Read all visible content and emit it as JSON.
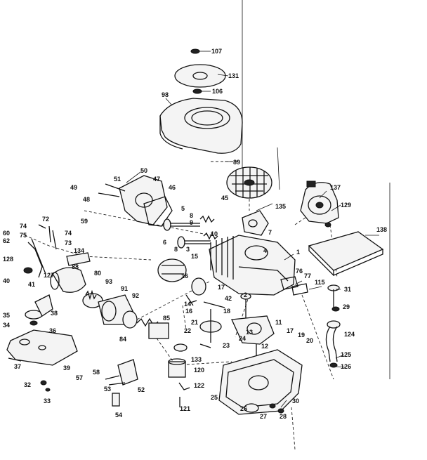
{
  "part_labels": [
    {
      "id": "p107",
      "text": "107"
    },
    {
      "id": "p131",
      "text": "131"
    },
    {
      "id": "p106",
      "text": "106"
    },
    {
      "id": "p98",
      "text": "98"
    },
    {
      "id": "p89",
      "text": "89"
    },
    {
      "id": "p50",
      "text": "50"
    },
    {
      "id": "p51",
      "text": "51"
    },
    {
      "id": "p47",
      "text": "47"
    },
    {
      "id": "p46",
      "text": "46"
    },
    {
      "id": "p49",
      "text": "49"
    },
    {
      "id": "p48",
      "text": "48"
    },
    {
      "id": "p45",
      "text": "45"
    },
    {
      "id": "p135",
      "text": "135"
    },
    {
      "id": "p137",
      "text": "137"
    },
    {
      "id": "p129",
      "text": "129"
    },
    {
      "id": "p5",
      "text": "5"
    },
    {
      "id": "p8a",
      "text": "8"
    },
    {
      "id": "p9",
      "text": "9"
    },
    {
      "id": "p10",
      "text": "10"
    },
    {
      "id": "p6",
      "text": "6"
    },
    {
      "id": "p8b",
      "text": "8"
    },
    {
      "id": "p3",
      "text": "3"
    },
    {
      "id": "p4",
      "text": "4"
    },
    {
      "id": "p7",
      "text": "7"
    },
    {
      "id": "p74a",
      "text": "74"
    },
    {
      "id": "p72",
      "text": "72"
    },
    {
      "id": "p59",
      "text": "59"
    },
    {
      "id": "p60",
      "text": "60"
    },
    {
      "id": "p75",
      "text": "75"
    },
    {
      "id": "p74b",
      "text": "74"
    },
    {
      "id": "p62",
      "text": "62"
    },
    {
      "id": "p73",
      "text": "73"
    },
    {
      "id": "p134",
      "text": "134"
    },
    {
      "id": "p128",
      "text": "128"
    },
    {
      "id": "p88",
      "text": "88"
    },
    {
      "id": "p80",
      "text": "80"
    },
    {
      "id": "p40",
      "text": "40"
    },
    {
      "id": "p41",
      "text": "41"
    },
    {
      "id": "p127",
      "text": "127"
    },
    {
      "id": "p93",
      "text": "93"
    },
    {
      "id": "p91",
      "text": "91"
    },
    {
      "id": "p92",
      "text": "92"
    },
    {
      "id": "p15",
      "text": "15"
    },
    {
      "id": "p16",
      "text": "16"
    },
    {
      "id": "p1",
      "text": "1"
    },
    {
      "id": "p76",
      "text": "76"
    },
    {
      "id": "p77",
      "text": "77"
    },
    {
      "id": "p115",
      "text": "115"
    },
    {
      "id": "p138",
      "text": "138"
    },
    {
      "id": "p31",
      "text": "31"
    },
    {
      "id": "p17a",
      "text": "17"
    },
    {
      "id": "p42",
      "text": "42"
    },
    {
      "id": "p2",
      "text": "2"
    },
    {
      "id": "p14",
      "text": "14"
    },
    {
      "id": "p16b",
      "text": "16"
    },
    {
      "id": "p18",
      "text": "18"
    },
    {
      "id": "p38",
      "text": "38"
    },
    {
      "id": "p35",
      "text": "35"
    },
    {
      "id": "p34",
      "text": "34"
    },
    {
      "id": "p36",
      "text": "36"
    },
    {
      "id": "p21",
      "text": "21"
    },
    {
      "id": "p22",
      "text": "22"
    },
    {
      "id": "p13",
      "text": "13"
    },
    {
      "id": "p11",
      "text": "11"
    },
    {
      "id": "p17b",
      "text": "17"
    },
    {
      "id": "p19",
      "text": "19"
    },
    {
      "id": "p20",
      "text": "20"
    },
    {
      "id": "p29",
      "text": "29"
    },
    {
      "id": "p124",
      "text": "124"
    },
    {
      "id": "p84",
      "text": "84"
    },
    {
      "id": "p85",
      "text": "85"
    },
    {
      "id": "p23",
      "text": "23"
    },
    {
      "id": "p24",
      "text": "24"
    },
    {
      "id": "p12",
      "text": "12"
    },
    {
      "id": "p37",
      "text": "37"
    },
    {
      "id": "p133",
      "text": "133"
    },
    {
      "id": "p125",
      "text": "125"
    },
    {
      "id": "p126",
      "text": "126"
    },
    {
      "id": "p39",
      "text": "39"
    },
    {
      "id": "p58",
      "text": "58"
    },
    {
      "id": "p57",
      "text": "57"
    },
    {
      "id": "p120",
      "text": "120"
    },
    {
      "id": "p32",
      "text": "32"
    },
    {
      "id": "p53",
      "text": "53"
    },
    {
      "id": "p52",
      "text": "52"
    },
    {
      "id": "p122",
      "text": "122"
    },
    {
      "id": "p33",
      "text": "33"
    },
    {
      "id": "p25",
      "text": "25"
    },
    {
      "id": "p30",
      "text": "30"
    },
    {
      "id": "p26",
      "text": "26"
    },
    {
      "id": "p121",
      "text": "121"
    },
    {
      "id": "p27",
      "text": "27"
    },
    {
      "id": "p28",
      "text": "28"
    },
    {
      "id": "p54",
      "text": "54"
    }
  ]
}
